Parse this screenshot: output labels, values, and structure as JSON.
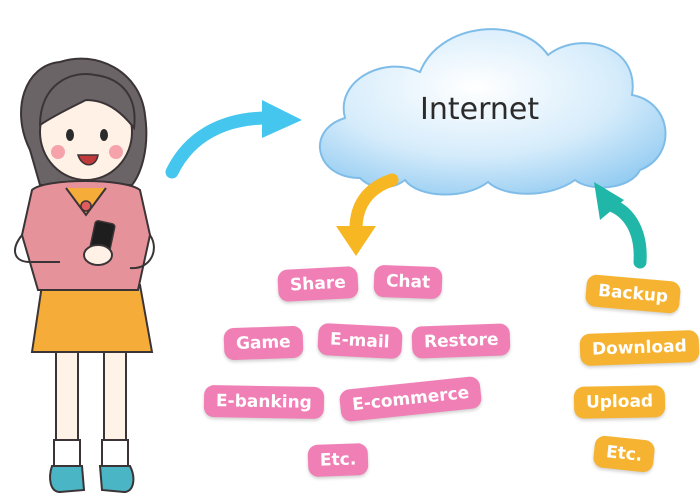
{
  "cloud": {
    "label": "Internet"
  },
  "services": [
    "Share",
    "Chat",
    "Game",
    "E-mail",
    "Restore",
    "E-banking",
    "E-commerce",
    "Etc."
  ],
  "transfers": [
    "Backup",
    "Download",
    "Upload",
    "Etc."
  ],
  "colors": {
    "service_tag": "#f07fb5",
    "transfer_tag": "#f6b331",
    "arrow_to_cloud": "#44c6ee",
    "arrow_from_cloud": "#f6b722",
    "arrow_up": "#21b7a8",
    "cloud": "#a9d8f5"
  }
}
